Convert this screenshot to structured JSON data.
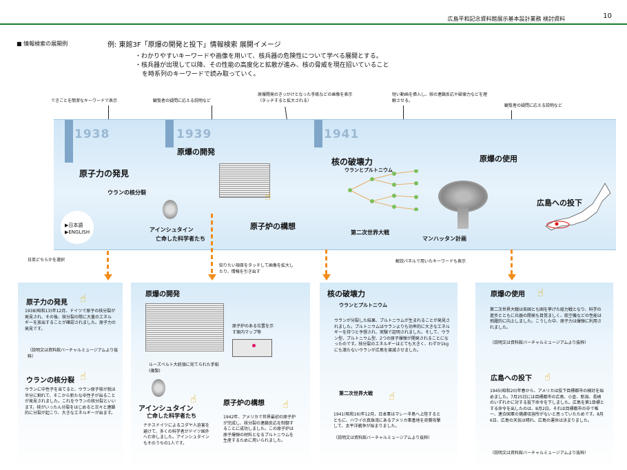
{
  "header": {
    "title": "広島平和記念資料館展示基本設計業務 検討資料",
    "page": "10"
  },
  "section_label": "■ 情報検索の展開例",
  "example_title": "例: 東館3F「原爆の開発と投下」情報検索 展開イメージ",
  "intro": [
    "・わかりやすいキーワードや画像を用いて、核兵器の危険性について学べる展開とする。",
    "・核兵器が出現して以降、その性能の高度化と拡散が進み、核の脅威を現在招いていること",
    "を時系列のキーワードで読み取っていく。"
  ],
  "callouts": {
    "c1": "できごとを簡潔なキーワードで表示",
    "c2": "観覧者の疑問に応える説明など",
    "c3": "原爆開発のきっかけとなった手紙などの画像を表示（タッチすると拡大される）",
    "c4": "短い動画を挿入し、核の連鎖反応や破壊力などを理解させる。",
    "c5": "観覧者の疑問に応える説明など",
    "c6": "日英どちらかを選択",
    "c7": "知りたい項目をタッチして画像を拡大したり、情報を引き出す",
    "c8": "解説パネルで用いたキーワードも表示"
  },
  "timeline": {
    "years": [
      "1938",
      "1939",
      "1941"
    ],
    "k_hakken": "原子力の発見",
    "k_bunretsu": "ウランの核分裂",
    "k_kaihatsu": "原爆の開発",
    "k_einstein1": "アインシュタイン",
    "k_einstein2": "亡命した科学者たち",
    "k_rokoso": "原子炉の構想",
    "k_hakai": "核の破壊力",
    "k_uran": "ウランとプルトニウム",
    "k_ww2": "第二次世界大戦",
    "k_manhattan": "マンハッタン計画",
    "k_shiyo": "原爆の使用",
    "k_hiroshima": "広島への投下",
    "lang_ja": "▶日本語",
    "lang_en": "▶ENGLISH"
  },
  "panels": {
    "p1": {
      "h1": "原子力の発見",
      "b1": "1938(昭和13)年12月、ドイツで原子の核分裂が発見され、その後、核分裂の際に大量のエネルギーを放出することが確認されました。原子力の発見です。",
      "s1": "（説明文は資料館バーチャルミュージアムより抜粋）",
      "h2": "ウランの核分裂",
      "b2": "ウランに中性子を当てると、ウラン原子核が就ほ半分に割れて、そこから新たな中性子が出ることが発見されました。これをウランの核分裂といいます。核がいったん分裂をはじめると次々と連鎖的に分裂が起こり、大きなエネルギーが出ます。"
    },
    "p2": {
      "h1": "原爆の開発",
      "map": "原子炉のある位置を示す案内マップ等",
      "letter": "ルーズベルト大統領に宛てられた手紙(複製)",
      "h2": "アインシュタイン",
      "h2b": "亡命した科学者たち",
      "b2": "ナチスドイツによるユダヤ人迫害を避けて、多くの科学者がドイツ国外へ亡命しました。アインシュタインもそのうちの1人です。",
      "h3": "原子炉の構想",
      "b3": "1942年、アメリカで世界最初の原子炉が完成し、核分裂の連鎖反応を制御することに成功しました。この原子炉は原子爆弾の材料となるプルトニウムを生産するために用いられました。"
    },
    "p3": {
      "h1": "核の破壊力",
      "sub": "ウランとプルトニウム",
      "b1": "ウランが分裂した結果、プルトニウムが生まれることが発見されました。プルトニウムはウランよりも効率的に大きなエネルギーを持つと予想され、実験で証明されました。そして、ウラン型、プルトニウム型、2つの原子爆弾が開発されることになったのです。核分裂のエネルギーはとても大きく、わずか1kgにも満たないウランが広島を壊滅させました。",
      "h2": "第二次世界大戦",
      "b2": "1941(昭和16)年12月、日本軍はマレー半島へ上陸するとともに、ハワイの真珠湾にあるアメリカ軍基地を奇襲攻撃して、太平洋戦争が始まりました。",
      "s2": "（説明文は資料館バーチャルミュージアムより抜粋）"
    },
    "p4": {
      "h1": "原爆の使用",
      "b1": "第二次世界大戦は各国とも国を挙げた総力戦となり、科学の進歩とともに兵器の開発も目覚ましく、航空機などの性能は飛躍的に向上しました。こうした中、原子力は爆弾に利用されました。",
      "s1": "（説明文は資料館バーチャルミュージアムより抜粋）",
      "h2": "広島への投下",
      "b2": "1945(昭和20)年春から、アメリカは投下目標都市の検討を始めました。7月25日には目標都市の広島、小倉、新潟、長崎のいずれかに対する投下命令を下しました。広島を第1目標とする命令を出したのは、8月2日。それは目標都市の中で唯一、連合国軍の捕虜収容所がないと思っていたためです。8月6日、広島の天気は晴れ、広島の運命は決まりました。",
      "s2": "（説明文は資料館バーチャルミュージアムより抜粋）"
    }
  }
}
